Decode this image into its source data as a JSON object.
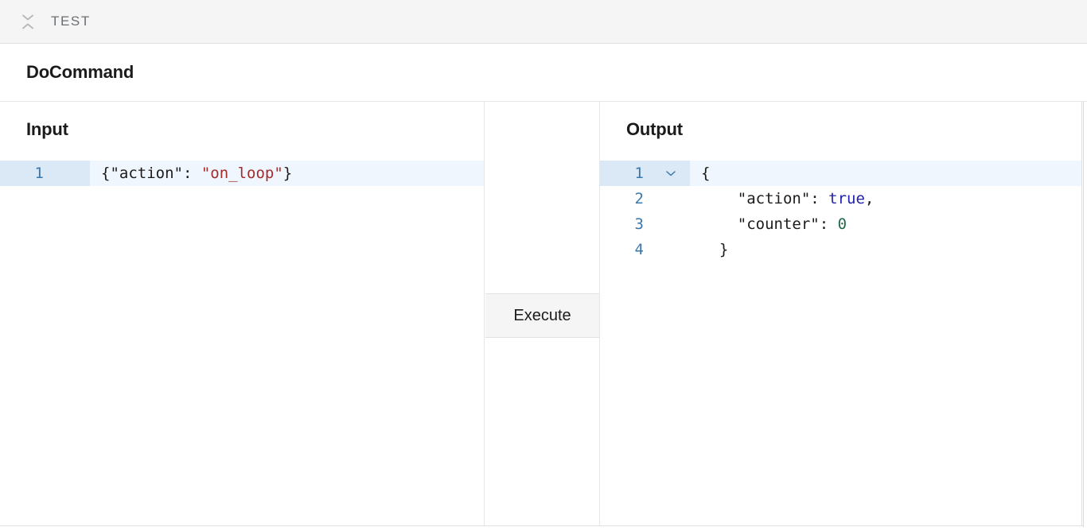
{
  "topbar": {
    "collapse_icon": "collapse-chevrons-icon",
    "label": "TEST"
  },
  "command_header": {
    "title": "DoCommand"
  },
  "input_pane": {
    "heading": "Input",
    "lines": [
      {
        "number": "1",
        "active": true,
        "tokens": [
          {
            "text": "{\"action\": ",
            "type": "punct"
          },
          {
            "text": "\"on_loop\"",
            "type": "string"
          },
          {
            "text": "}",
            "type": "punct"
          }
        ],
        "plain": "{\"action\": \"on_loop\"}"
      }
    ]
  },
  "middle_pane": {
    "execute_label": "Execute"
  },
  "output_pane": {
    "heading": "Output",
    "lines": [
      {
        "number": "1",
        "active": true,
        "fold_icon": "chevron-down-icon",
        "tokens": [
          {
            "text": "{",
            "type": "punct"
          }
        ],
        "plain": "{"
      },
      {
        "number": "2",
        "active": false,
        "tokens": [
          {
            "text": "    \"action\": ",
            "type": "key"
          },
          {
            "text": "true",
            "type": "bool"
          },
          {
            "text": ",",
            "type": "punct"
          }
        ],
        "plain": "    \"action\": true,"
      },
      {
        "number": "3",
        "active": false,
        "tokens": [
          {
            "text": "    \"counter\": ",
            "type": "key"
          },
          {
            "text": "0",
            "type": "number"
          }
        ],
        "plain": "    \"counter\": 0"
      },
      {
        "number": "4",
        "active": false,
        "tokens": [
          {
            "text": "  }",
            "type": "punct"
          }
        ],
        "plain": "  }"
      }
    ]
  },
  "colors": {
    "topbar_bg": "#f5f5f5",
    "string": "#a22c2c",
    "boolean": "#2222a8",
    "number": "#22694a",
    "line_number": "#3a78ab",
    "active_line_bg": "#f0f6fd",
    "active_gutter_bg": "#dbe8f6",
    "button_bg": "#f5f5f5"
  }
}
